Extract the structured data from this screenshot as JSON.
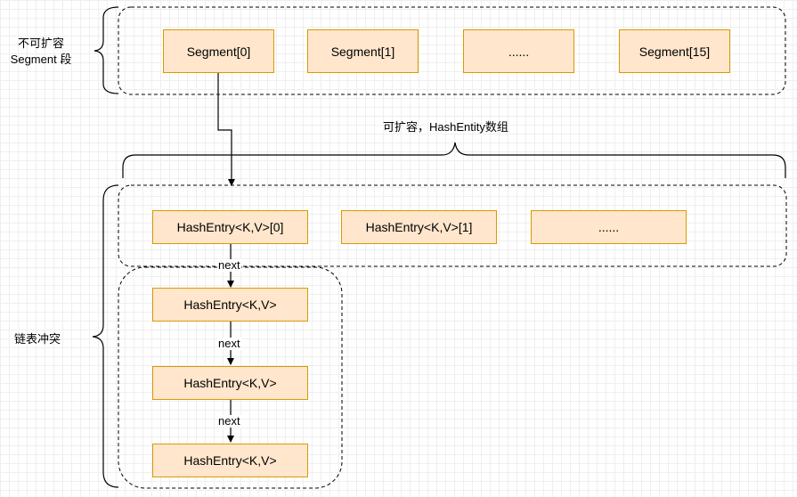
{
  "labels": {
    "segment_group": [
      "不可扩容",
      "Segment 段"
    ],
    "expandable": "可扩容，HashEntity数组",
    "chain_conflict": "链表冲突"
  },
  "segments": [
    "Segment[0]",
    "Segment[1]",
    "......",
    "Segment[15]"
  ],
  "hash_entries": [
    "HashEntry<K,V>[0]",
    "HashEntry<K,V>[1]",
    "......"
  ],
  "chain_nodes": [
    "HashEntry<K,V>",
    "HashEntry<K,V>",
    "HashEntry<K,V>"
  ],
  "edge_label": "next",
  "colors": {
    "node_fill": "#ffe6cc",
    "node_stroke": "#d79b00"
  }
}
